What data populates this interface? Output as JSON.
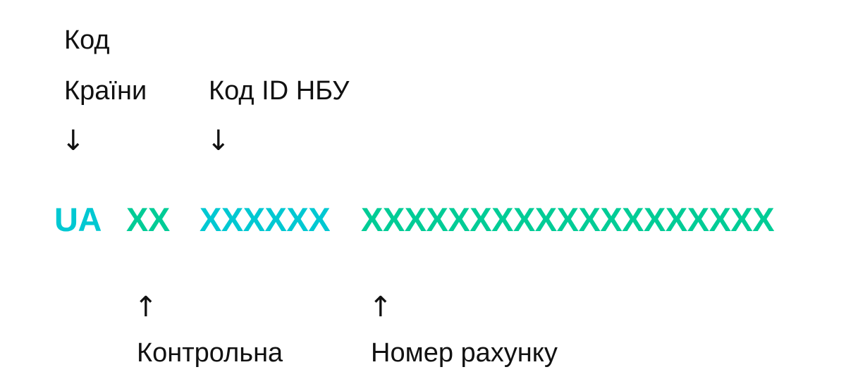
{
  "labels": {
    "country_code_line1": "Код",
    "country_code_line2": "Країни",
    "bank_id": "Код ID НБУ",
    "check_digits": "Контрольна",
    "account_number": "Номер рахунку"
  },
  "arrows": {
    "down": "↓",
    "up": "↑"
  },
  "iban": {
    "country": "UA",
    "check": "XX",
    "bank": "XXXXXX",
    "account": "XXXXXXXXXXXXXXXXXXX"
  },
  "colors": {
    "cyan": "#00c8d2",
    "green": "#00cc96"
  }
}
